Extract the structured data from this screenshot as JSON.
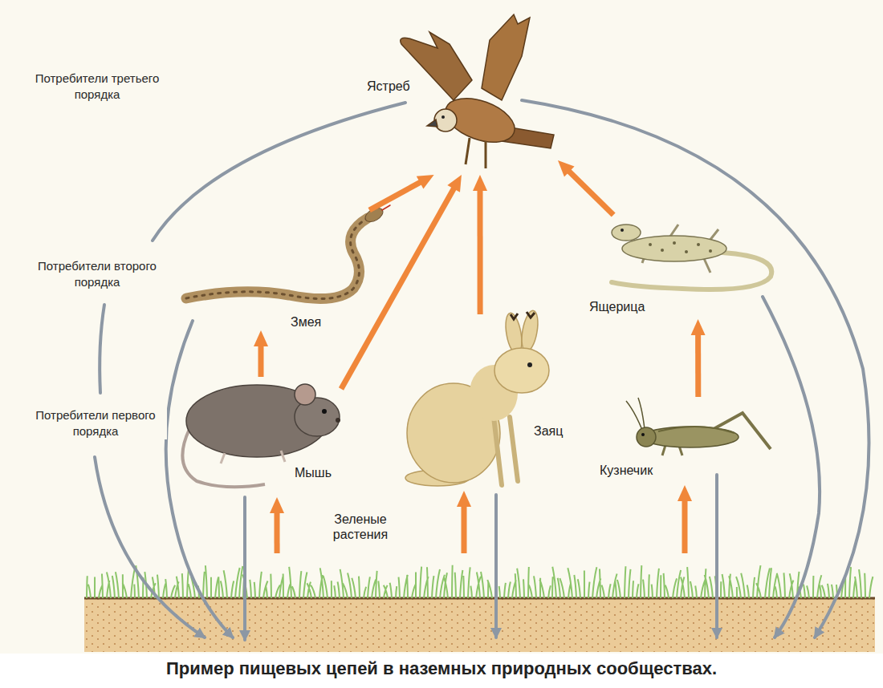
{
  "diagram": {
    "caption": "Пример пищевых цепей в наземных природных сообществах.",
    "nodes": [
      {
        "text": [
          "Ястреб"
        ]
      },
      {
        "text": [
          "Змея"
        ]
      },
      {
        "text": [
          "Ящерица"
        ]
      },
      {
        "text": [
          "Мышь"
        ]
      },
      {
        "text": [
          "Заяц"
        ]
      },
      {
        "text": [
          "Кузнечик"
        ]
      },
      {
        "text": [
          "Зеленые растения"
        ]
      }
    ],
    "edges": [
      {
        "from": 6,
        "to": 3,
        "arrow": "to"
      },
      {
        "from": 6,
        "to": 4,
        "arrow": "to"
      },
      {
        "from": 6,
        "to": 5,
        "arrow": "to"
      },
      {
        "from": 3,
        "to": 1,
        "arrow": "to"
      },
      {
        "from": 5,
        "to": 2,
        "arrow": "to"
      },
      {
        "from": 3,
        "to": 0,
        "arrow": "to"
      },
      {
        "from": 1,
        "to": 0,
        "arrow": "to"
      },
      {
        "from": 4,
        "to": 0,
        "arrow": "to"
      },
      {
        "from": 2,
        "to": 0,
        "arrow": "to"
      }
    ],
    "labels": [
      "Потребители третьего порядка",
      "Потребители второго порядка",
      "Потребители первого порядка"
    ]
  }
}
